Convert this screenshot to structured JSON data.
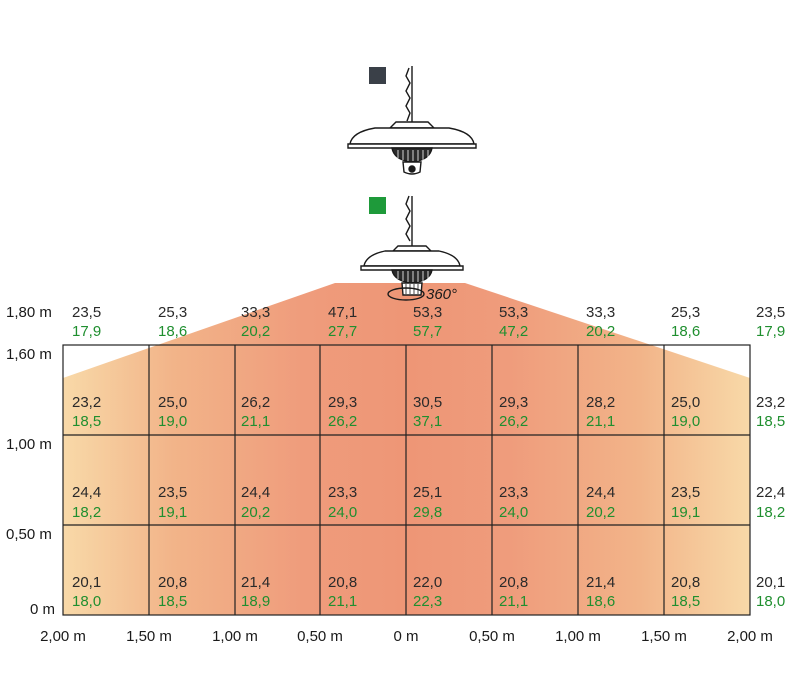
{
  "legend": {
    "upper_color": "#3a4048",
    "lower_color": "#1e9a3a"
  },
  "colors": {
    "heat": "#f08a6a",
    "heat_edge": "#f8d9a8",
    "grid": "#222222",
    "gray_text": "#2a2a2a",
    "green_text": "#1f8f2f"
  },
  "rotation_label": "360°",
  "y_labels": [
    "1,80 m",
    "1,60 m",
    "1,00 m",
    "0,50 m",
    "0 m"
  ],
  "x_labels": [
    "2,00 m",
    "1,50 m",
    "1,00 m",
    "0,50 m",
    "0 m",
    "0,50 m",
    "1,00 m",
    "1,50 m",
    "2,00 m"
  ],
  "rows": [
    {
      "height": "1,80 m",
      "gray": [
        "23,5",
        "25,3",
        "33,3",
        "47,1",
        "53,3",
        "53,3",
        "33,3",
        "25,3",
        "23,5"
      ],
      "green": [
        "17,9",
        "18,6",
        "20,2",
        "27,7",
        "57,7",
        "47,2",
        "20,2",
        "18,6",
        "17,9"
      ]
    },
    {
      "height": "1,60 m",
      "gray": [
        "23,2",
        "25,0",
        "26,2",
        "29,3",
        "30,5",
        "29,3",
        "28,2",
        "25,0",
        "23,2"
      ],
      "green": [
        "18,5",
        "19,0",
        "21,1",
        "26,2",
        "37,1",
        "26,2",
        "21,1",
        "19,0",
        "18,5"
      ]
    },
    {
      "height": "1,00 m",
      "gray": [
        "24,4",
        "23,5",
        "24,4",
        "23,3",
        "25,1",
        "23,3",
        "24,4",
        "23,5",
        "22,4"
      ],
      "green": [
        "18,2",
        "19,1",
        "20,2",
        "24,0",
        "29,8",
        "24,0",
        "20,2",
        "19,1",
        "18,2"
      ]
    },
    {
      "height": "0,50 m",
      "gray": [
        "20,1",
        "20,8",
        "21,4",
        "20,8",
        "22,0",
        "20,8",
        "21,4",
        "20,8",
        "20,1"
      ],
      "green": [
        "18,0",
        "18,5",
        "18,9",
        "21,1",
        "22,3",
        "21,1",
        "18,6",
        "18,5",
        "18,0"
      ]
    }
  ]
}
